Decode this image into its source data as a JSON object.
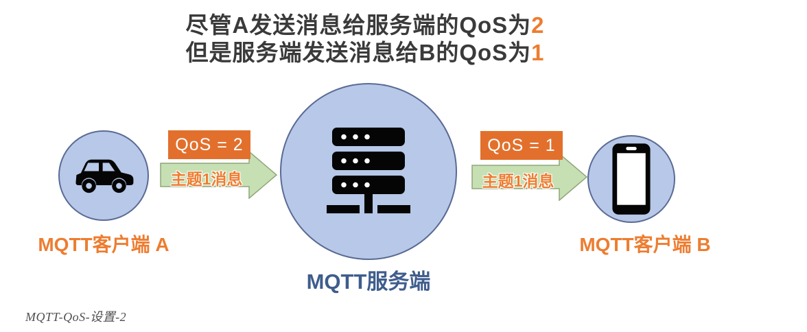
{
  "title": {
    "line1": {
      "text": "尽管A发送消息给服务端的QoS为",
      "highlight": "2"
    },
    "line2": {
      "text": "但是服务端发送消息给B的QoS为",
      "highlight": "1"
    }
  },
  "nodes": {
    "client_a": {
      "label": "MQTT客户端 A",
      "icon": "car-icon"
    },
    "server": {
      "label": "MQTT服务端",
      "icon": "server-rack-icon"
    },
    "client_b": {
      "label": "MQTT客户端 B",
      "icon": "smartphone-icon"
    }
  },
  "flows": {
    "a_to_server": {
      "qos": "QoS = 2",
      "message": "主题1消息"
    },
    "server_to_b": {
      "qos": "QoS = 1",
      "message": "主题1消息"
    }
  },
  "footer": {
    "caption": "MQTT-QoS-设置-2"
  },
  "colors": {
    "orange_box": "#e2702c",
    "orange_text": "#ed7d31",
    "node_fill": "#b7c8e8",
    "node_border": "#5a6a94",
    "arrow_fill": "#c6e0b4",
    "arrow_border": "#8fa678",
    "server_label": "#3f5d8c",
    "title_text": "#3a3a3a",
    "footer_text": "#4f4f4f"
  }
}
